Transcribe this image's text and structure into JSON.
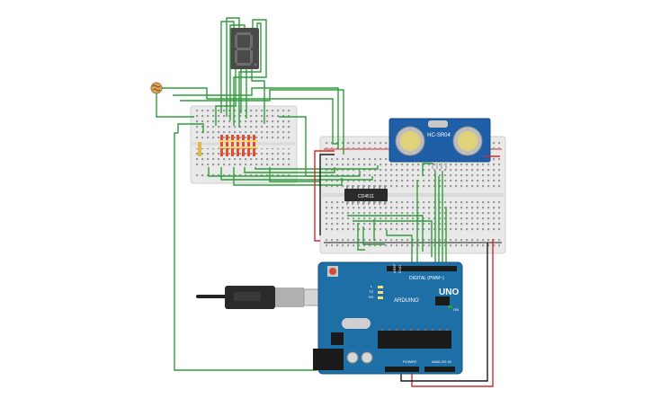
{
  "components": {
    "seven_segment": {
      "icon": "seven-segment-display-icon"
    },
    "photoresistor": {
      "icon": "photoresistor-icon"
    },
    "ultrasonic_sensor": {
      "label": "HC-SR04",
      "color": "#1f5fa8"
    },
    "decoder_ic": {
      "label": "CD4511"
    },
    "arduino": {
      "brand": "UNO",
      "logo": "ARDUINO",
      "digital_label": "DIGITAL (PWM~)",
      "power_label": "POWER",
      "analog_label": "ANALOG IN",
      "aref": "AREF",
      "gnd": "GND",
      "tx": "TX",
      "rx": "RX",
      "l": "L",
      "on": "ON",
      "board_color": "#1e6fa5"
    },
    "usb_cable": {
      "icon": "usb-cable-icon"
    }
  },
  "wire_colors": {
    "signal": "#2e9d3a",
    "power": "#d12b2b",
    "ground": "#1a1a1a"
  }
}
